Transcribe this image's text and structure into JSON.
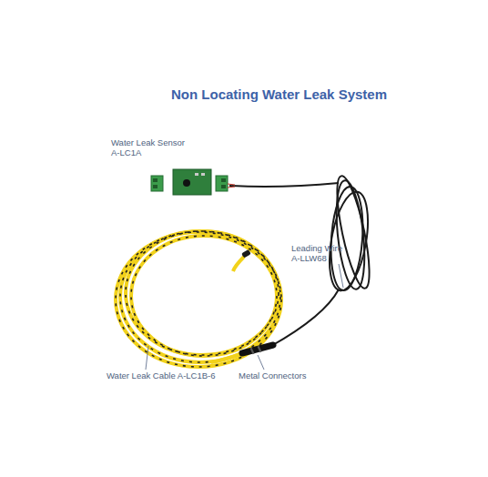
{
  "diagram": {
    "title": "Non Locating Water Leak System",
    "labels": [
      "Water Leak Sensor A-LC1A",
      "Leading Wire A-LLW68",
      "Water Leak Cable A-LC1B-6",
      "Metal Connectors"
    ]
  }
}
